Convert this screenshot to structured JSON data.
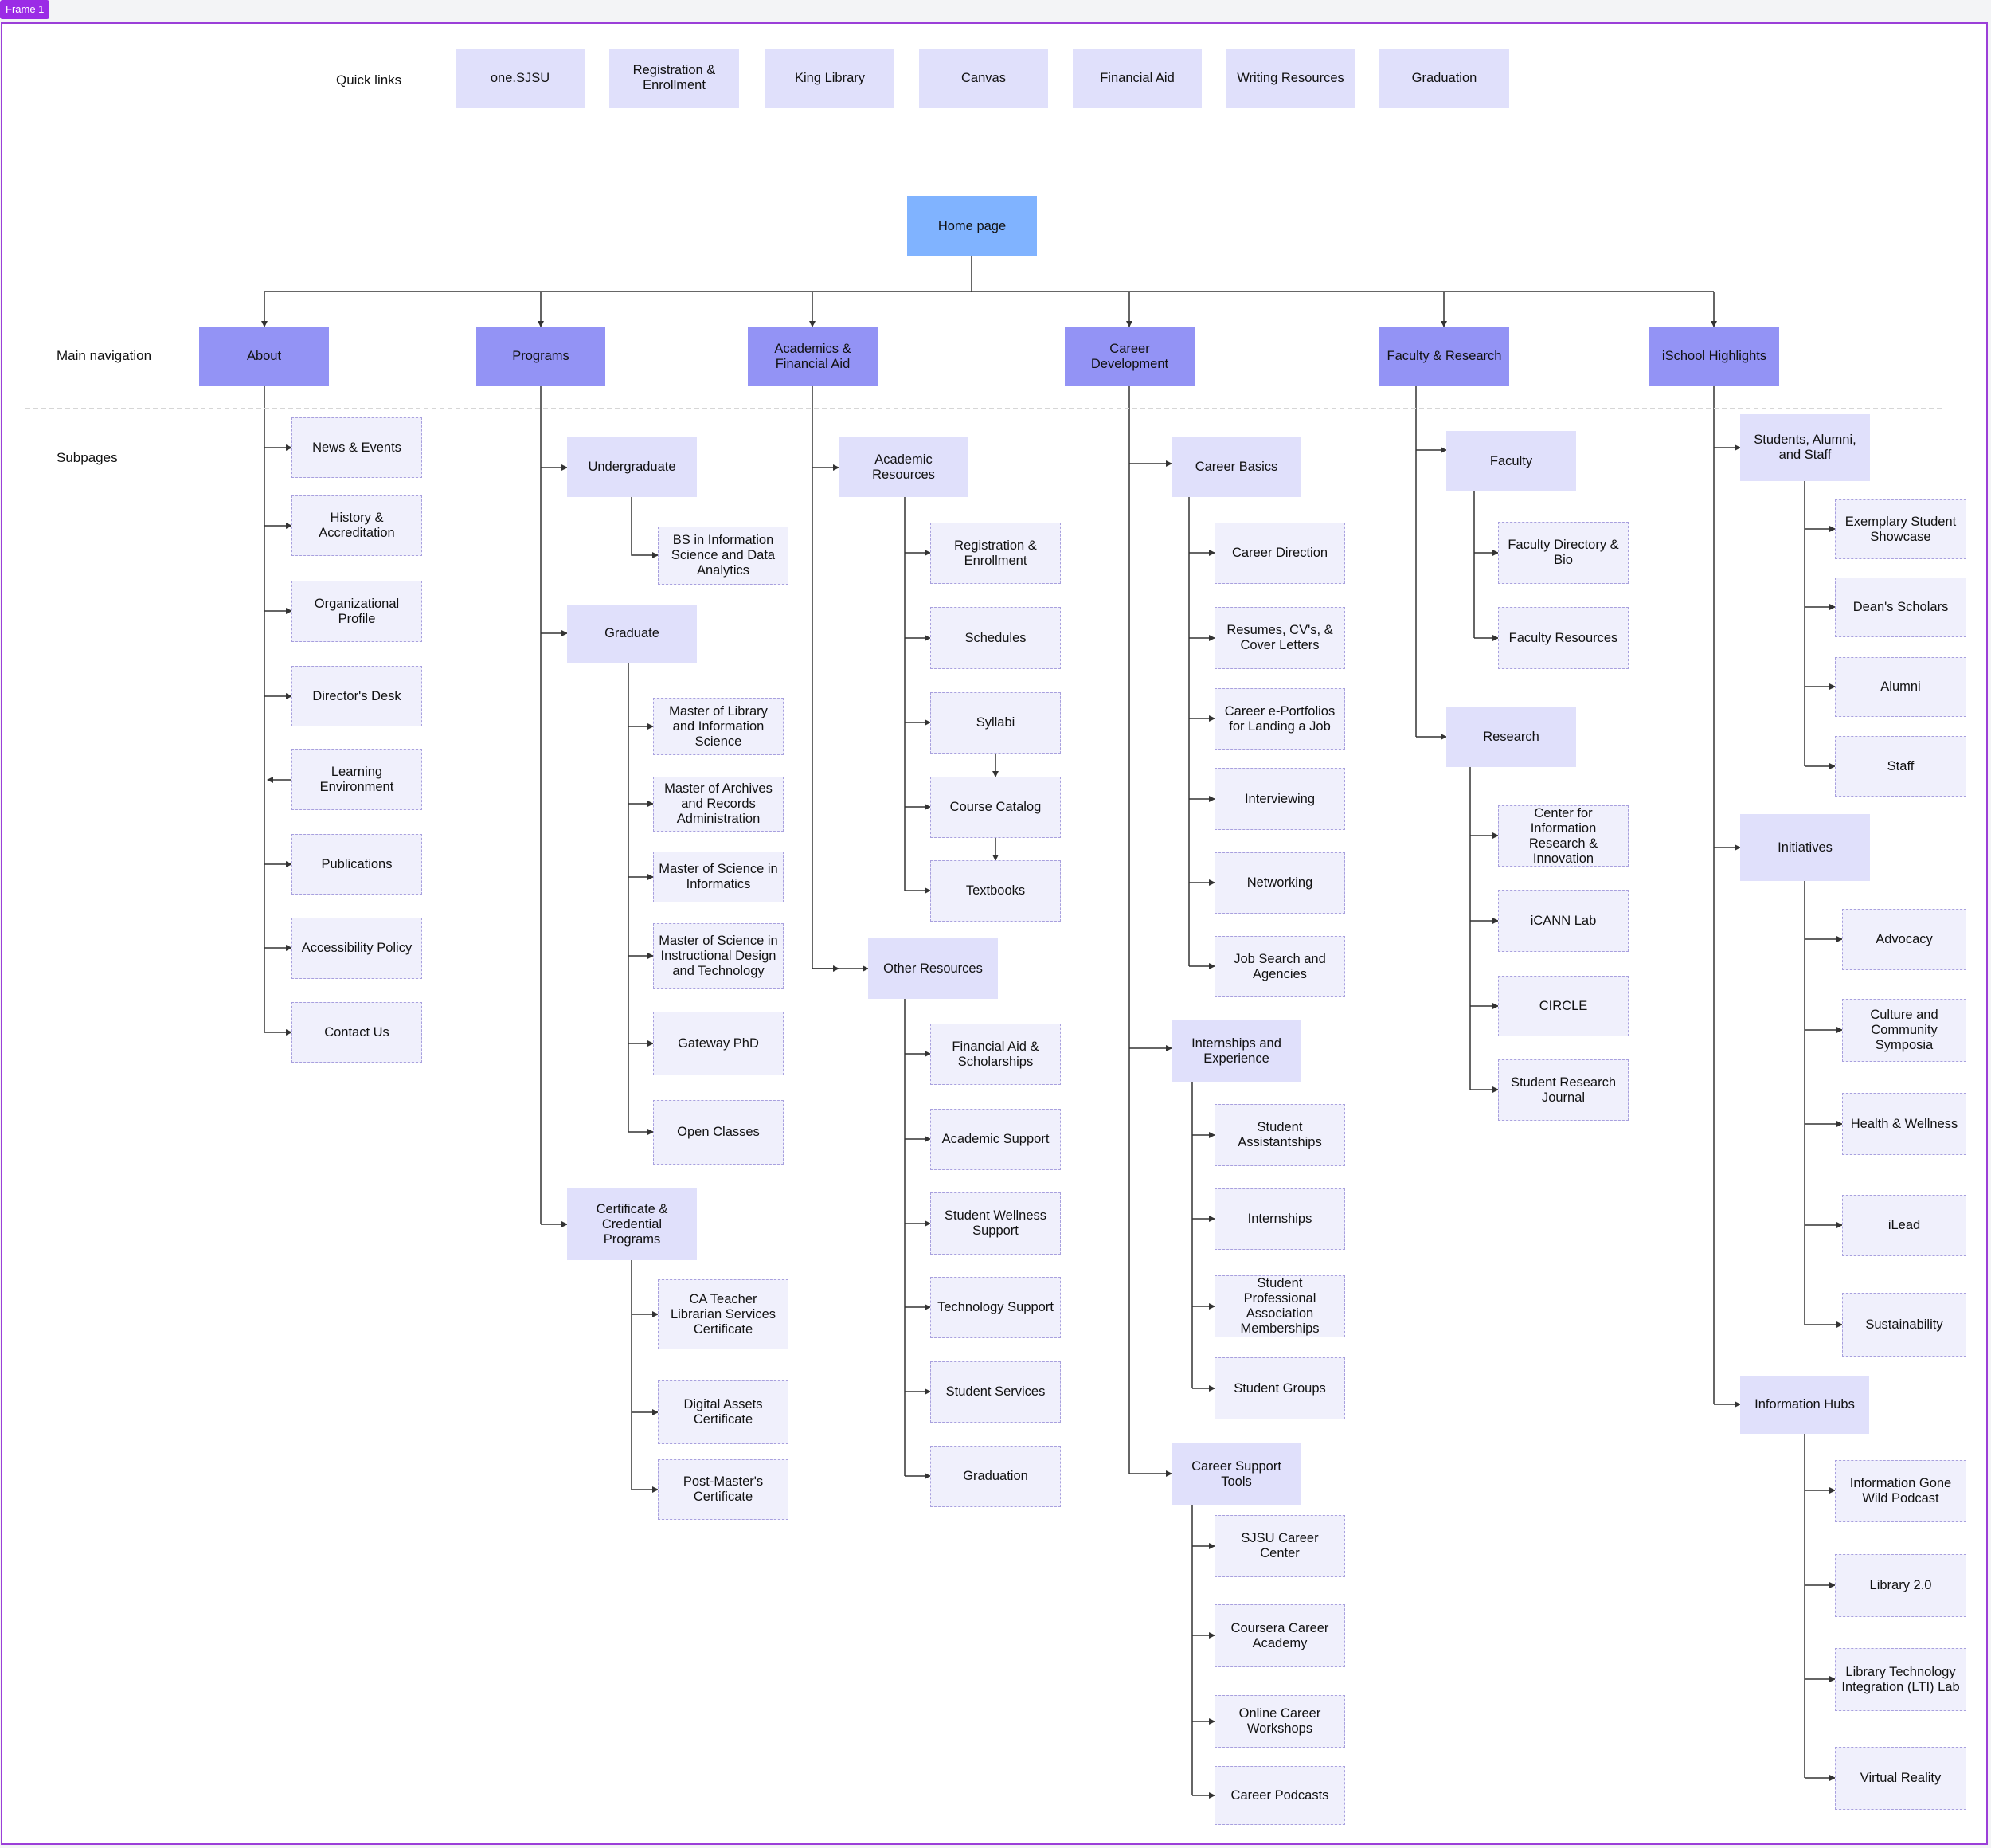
{
  "frame": {
    "title": "Frame 1"
  },
  "labels": {
    "quick_links": "Quick links",
    "main_navigation": "Main navigation",
    "subpages": "Subpages"
  },
  "quick_links": [
    "one.SJSU",
    "Registration & Enrollment",
    "King Library",
    "Canvas",
    "Financial Aid",
    "Writing Resources",
    "Graduation"
  ],
  "home": "Home page",
  "main_nav": [
    "About",
    "Programs",
    "Academics & Financial Aid",
    "Career Development",
    "Faculty & Research",
    "iSchool Highlights"
  ],
  "about": {
    "items": [
      "News & Events",
      "History & Accreditation",
      "Organizational Profile",
      "Director's Desk",
      "Learning Environment",
      "Publications",
      "Accessibility Policy",
      "Contact Us"
    ]
  },
  "programs": {
    "undergraduate": {
      "label": "Undergraduate",
      "items": [
        "BS in Information Science and Data Analytics"
      ]
    },
    "graduate": {
      "label": "Graduate",
      "items": [
        "Master of Library and Information Science",
        "Master of Archives and Records Administration",
        "Master of Science in Informatics",
        "Master of Science in Instructional Design and Technology",
        "Gateway PhD",
        "Open Classes"
      ]
    },
    "certificate": {
      "label": "Certificate & Credential Programs",
      "items": [
        "CA Teacher Librarian Services Certificate",
        "Digital Assets Certificate",
        "Post-Master's Certificate"
      ]
    }
  },
  "academics": {
    "academic_resources": {
      "label": "Academic Resources",
      "items": [
        "Registration & Enrollment",
        "Schedules",
        "Syllabi",
        "Course Catalog",
        "Textbooks"
      ]
    },
    "other_resources": {
      "label": "Other Resources",
      "items": [
        "Financial Aid & Scholarships",
        "Academic Support",
        "Student Wellness Support",
        "Technology Support",
        "Student Services",
        "Graduation"
      ]
    }
  },
  "career": {
    "basics": {
      "label": "Career Basics",
      "items": [
        "Career Direction",
        "Resumes, CV's, & Cover Letters",
        "Career e-Portfolios for Landing a Job",
        "Interviewing",
        "Networking",
        "Job Search and Agencies"
      ]
    },
    "internships": {
      "label": "Internships and Experience",
      "items": [
        "Student Assistantships",
        "Internships",
        "Student Professional Association Memberships",
        "Student Groups"
      ]
    },
    "tools": {
      "label": "Career Support Tools",
      "items": [
        "SJSU Career Center",
        "Coursera Career Academy",
        "Online Career Workshops",
        "Career Podcasts"
      ]
    }
  },
  "faculty_research": {
    "faculty": {
      "label": "Faculty",
      "items": [
        "Faculty Directory & Bio",
        "Faculty Resources"
      ]
    },
    "research": {
      "label": "Research",
      "items": [
        "Center for Information Research & Innovation",
        "iCANN Lab",
        "CIRCLE",
        "Student Research Journal"
      ]
    }
  },
  "highlights": {
    "people": {
      "label": "Students, Alumni, and Staff",
      "items": [
        "Exemplary Student Showcase",
        "Dean's Scholars",
        "Alumni",
        "Staff"
      ]
    },
    "initiatives": {
      "label": "Initiatives",
      "items": [
        "Advocacy",
        "Culture and Community Symposia",
        "Health & Wellness",
        "iLead",
        "Sustainability"
      ]
    },
    "hubs": {
      "label": "Information Hubs",
      "items": [
        "Information Gone Wild Podcast",
        "Library 2.0",
        "Library Technology Integration (LTI) Lab",
        "Virtual Reality"
      ]
    }
  },
  "colors": {
    "frame_border": "#9b3fd8",
    "quick_link_fill": "#e0e0fb",
    "home_fill": "#80b3ff",
    "main_nav_fill": "#9393f5",
    "section_fill": "#e0e0fb",
    "leaf_fill": "#f0f0fc",
    "leaf_border": "#a8a0de",
    "connector": "#333333"
  }
}
